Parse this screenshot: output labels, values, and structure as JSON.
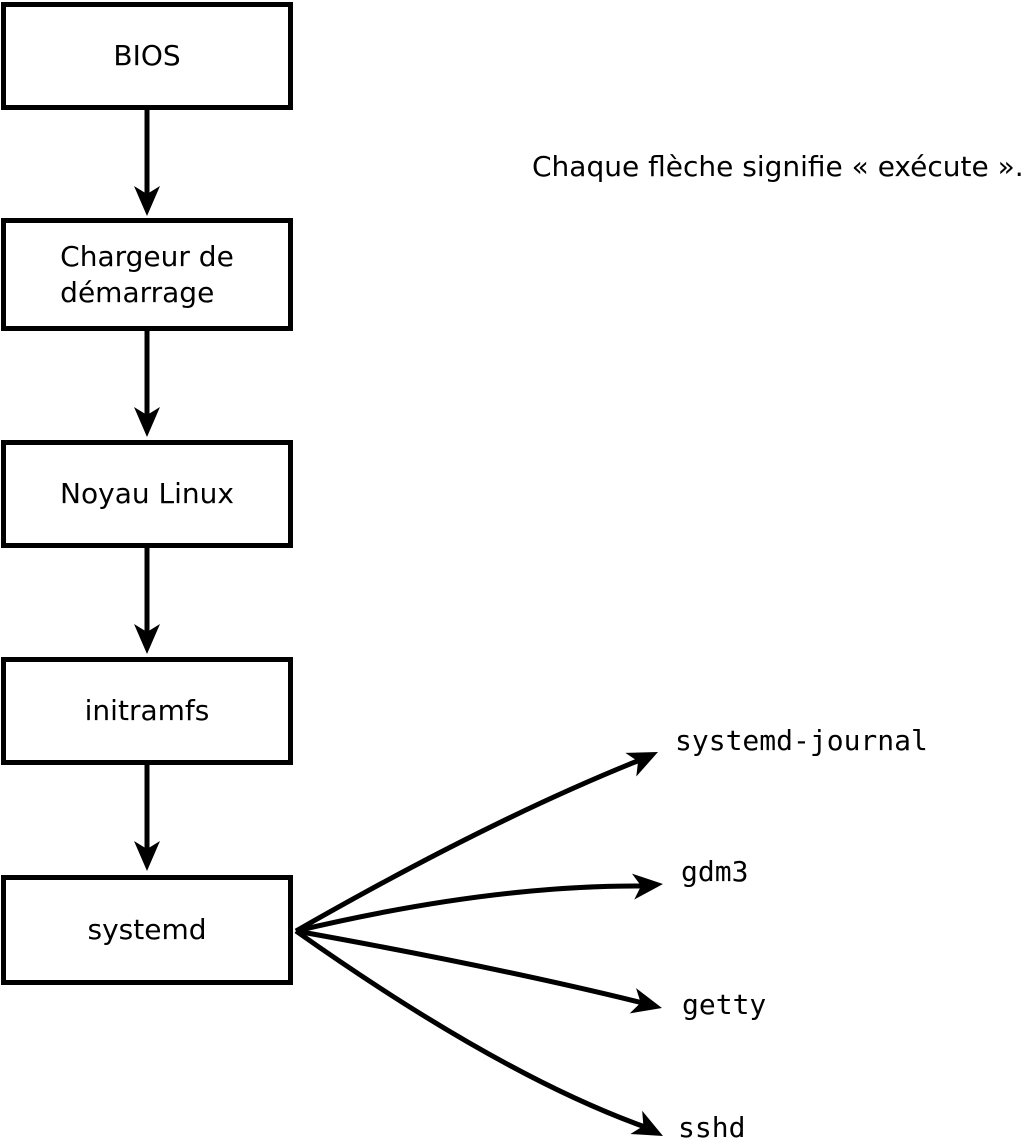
{
  "diagram": {
    "caption": "Chaque flèche signifie « exécute ».",
    "nodes": [
      {
        "id": "bios",
        "label": "BIOS"
      },
      {
        "id": "bootloader",
        "label": "Chargeur de\ndémarrage"
      },
      {
        "id": "kernel",
        "label": "Noyau Linux"
      },
      {
        "id": "initramfs",
        "label": "initramfs"
      },
      {
        "id": "systemd",
        "label": "systemd"
      }
    ],
    "processes": [
      {
        "id": "systemd-journal",
        "label": "systemd-journal"
      },
      {
        "id": "gdm3",
        "label": "gdm3"
      },
      {
        "id": "getty",
        "label": "getty"
      },
      {
        "id": "sshd",
        "label": "sshd"
      }
    ],
    "edges": [
      {
        "from": "BIOS",
        "to": "Chargeur de démarrage"
      },
      {
        "from": "Chargeur de démarrage",
        "to": "Noyau Linux"
      },
      {
        "from": "Noyau Linux",
        "to": "initramfs"
      },
      {
        "from": "initramfs",
        "to": "systemd"
      },
      {
        "from": "systemd",
        "to": "systemd-journal"
      },
      {
        "from": "systemd",
        "to": "gdm3"
      },
      {
        "from": "systemd",
        "to": "getty"
      },
      {
        "from": "systemd",
        "to": "sshd"
      }
    ],
    "colors": {
      "line": "#000000",
      "background": "#ffffff",
      "box_fill": "#ffffff"
    }
  }
}
